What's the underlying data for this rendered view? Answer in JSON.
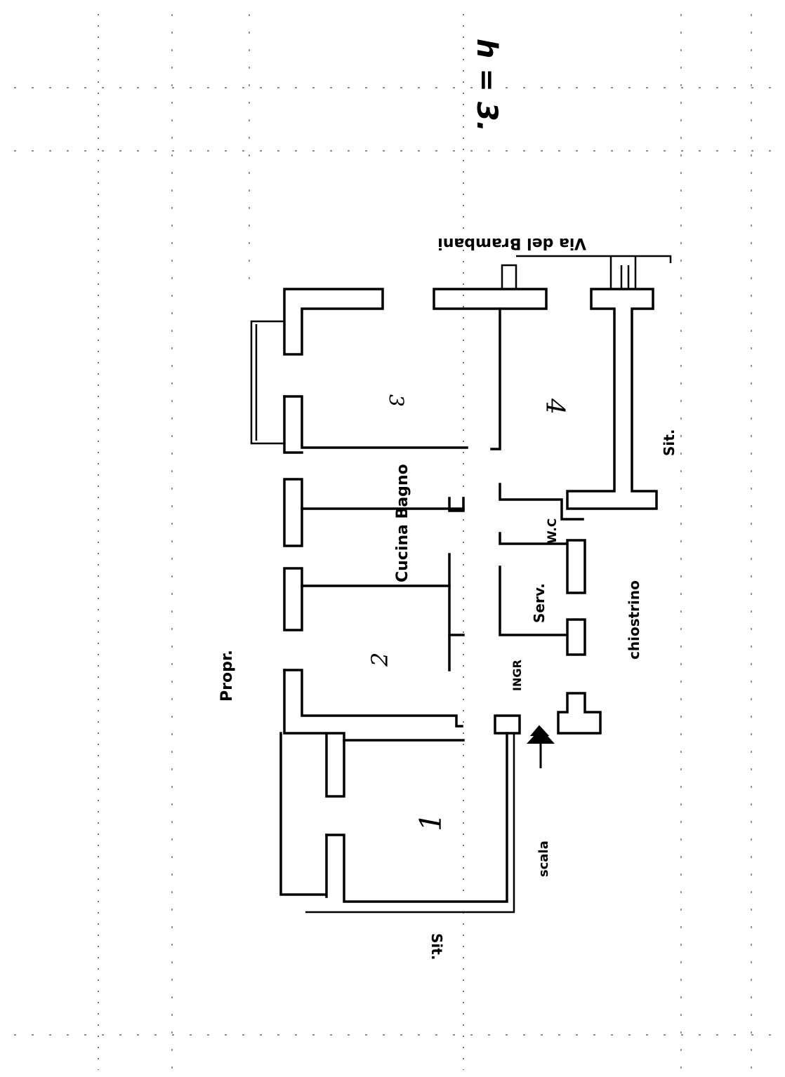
{
  "scale": "h = 3.",
  "street": "Via del Brambani",
  "neighbor": "Propr.",
  "rooms": {
    "room1": "1",
    "room2": "2",
    "room3": "3",
    "room4": "4"
  },
  "labels": {
    "kitchen_bath": "Cucina Bagno",
    "wc": "W.C",
    "service": "Serv.",
    "entrance": "INGR",
    "stairs": "scala",
    "cloister": "chiostrino",
    "sit_top": "Sit.",
    "sit_bottom": "Sit."
  }
}
